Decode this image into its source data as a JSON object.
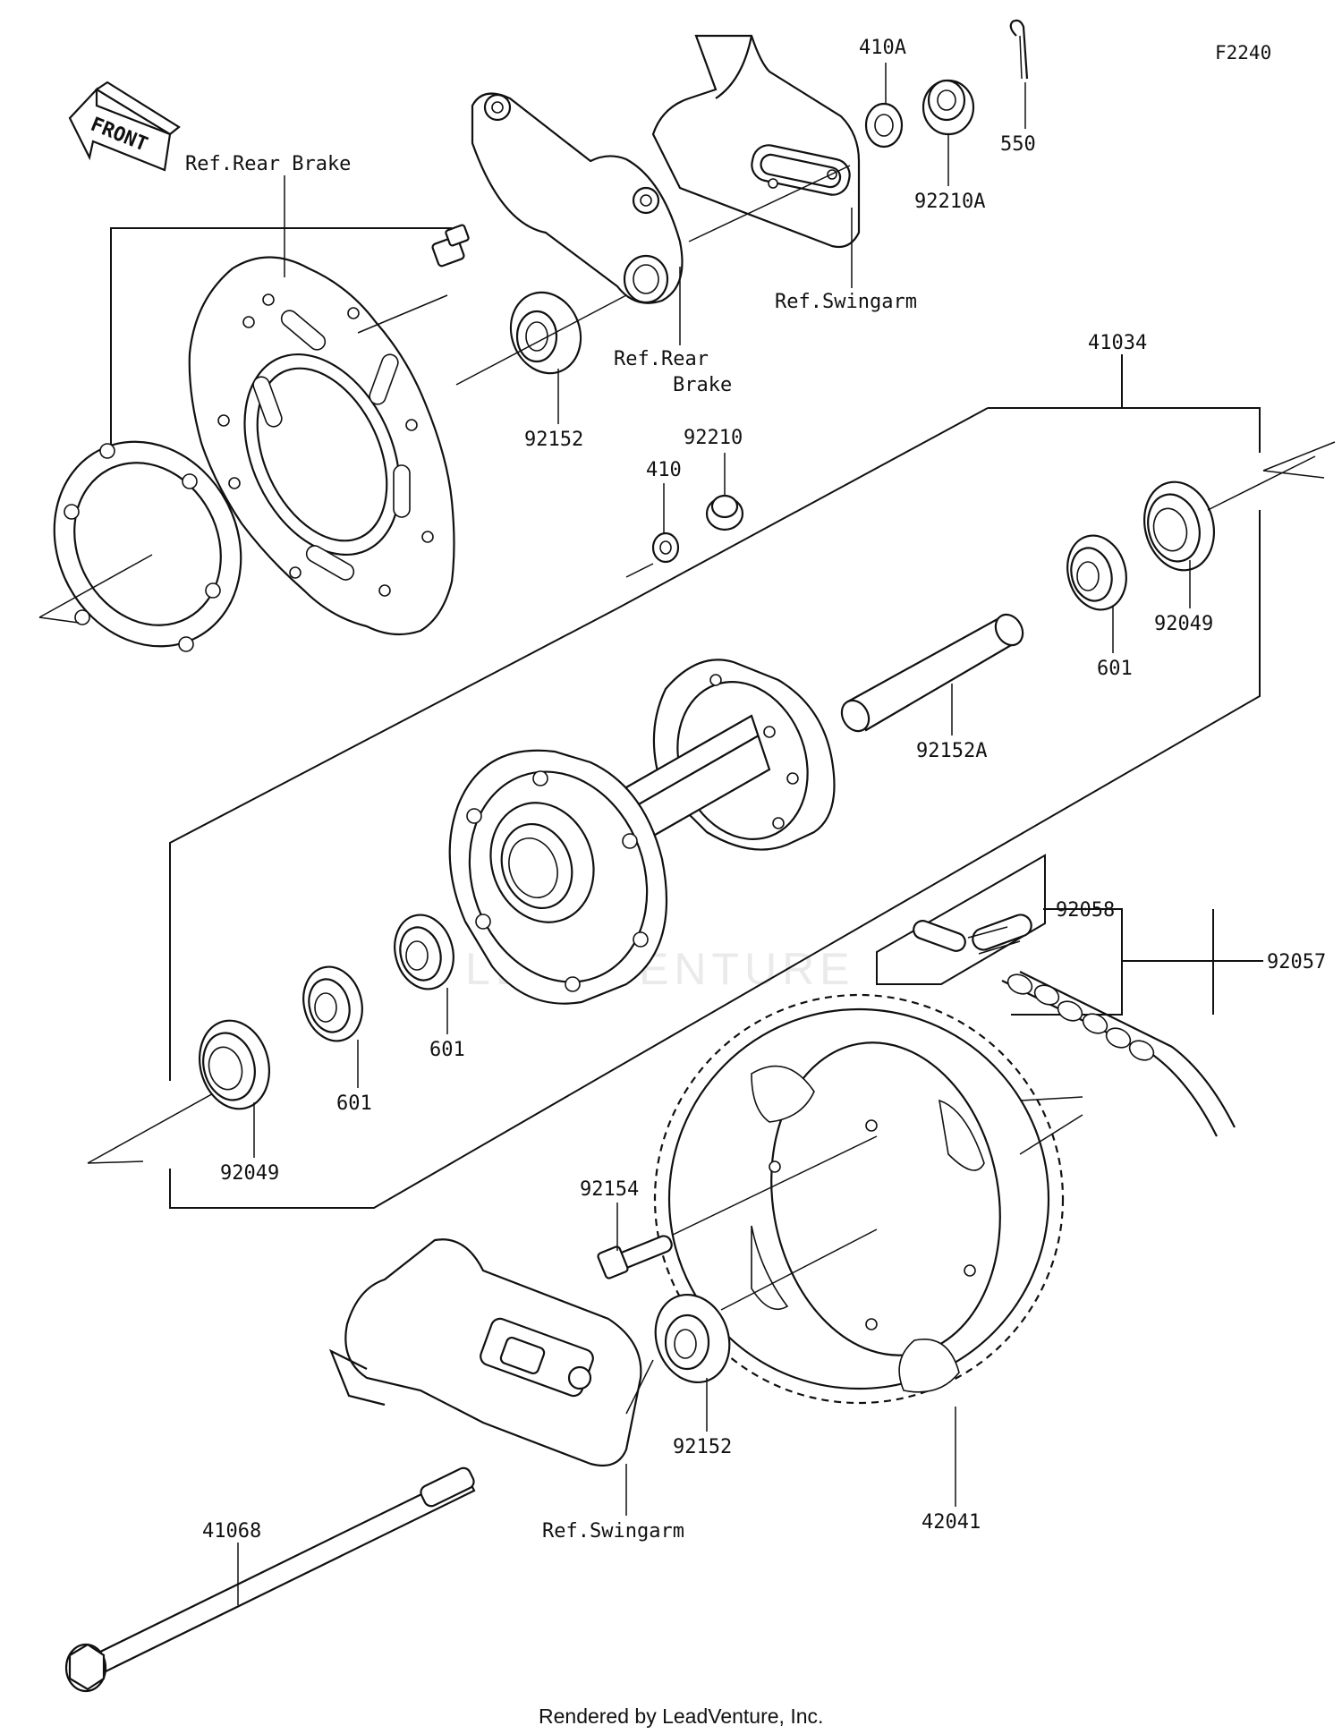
{
  "diagram_code": "F2240",
  "front_label": "FRONT",
  "watermark": "LEADVENTURE",
  "footer": "Rendered by LeadVenture, Inc.",
  "refs": {
    "rear_brake_top": "Ref.Rear Brake",
    "rear_brake_mid_1": "Ref.Rear",
    "rear_brake_mid_2": "Brake",
    "swingarm_top": "Ref.Swingarm",
    "swingarm_bottom": "Ref.Swingarm"
  },
  "parts": {
    "p410A": "410A",
    "p92210A": "92210A",
    "p550": "550",
    "p41034": "41034",
    "p92152_top": "92152",
    "p410": "410",
    "p92210": "92210",
    "p92049_right": "92049",
    "p601_right": "601",
    "p92152A": "92152A",
    "p601_mid": "601",
    "p601_left": "601",
    "p92049_left": "92049",
    "p92058": "92058",
    "p92057": "92057",
    "p92154": "92154",
    "p92152_bottom": "92152",
    "p41068": "41068",
    "p42041": "42041"
  }
}
